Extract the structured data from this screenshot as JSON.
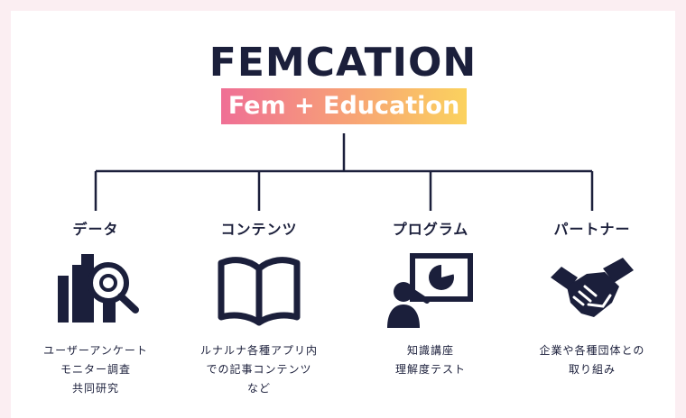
{
  "logo": {
    "title": "FEMCATION",
    "subtitle": "Fem + Education"
  },
  "categories": [
    {
      "id": "data",
      "label": "データ",
      "icon": "data-analysis-icon",
      "lines": [
        "ユーザーアンケート",
        "モニター調査",
        "共同研究"
      ]
    },
    {
      "id": "contents",
      "label": "コンテンツ",
      "icon": "open-book-icon",
      "lines": [
        "ルナルナ各種アプリ内",
        "での記事コンテンツ",
        "など"
      ]
    },
    {
      "id": "program",
      "label": "プログラム",
      "icon": "presentation-icon",
      "lines": [
        "知識講座",
        "理解度テスト"
      ]
    },
    {
      "id": "partner",
      "label": "パートナー",
      "icon": "handshake-icon",
      "lines": [
        "企業や各種団体との",
        "取り組み"
      ]
    }
  ],
  "colors": {
    "ink": "#1b1f3b",
    "gradient_start": "#ef6f95",
    "gradient_mid": "#f7a077",
    "gradient_end": "#fbd25e",
    "frame": "#fbeef2"
  }
}
